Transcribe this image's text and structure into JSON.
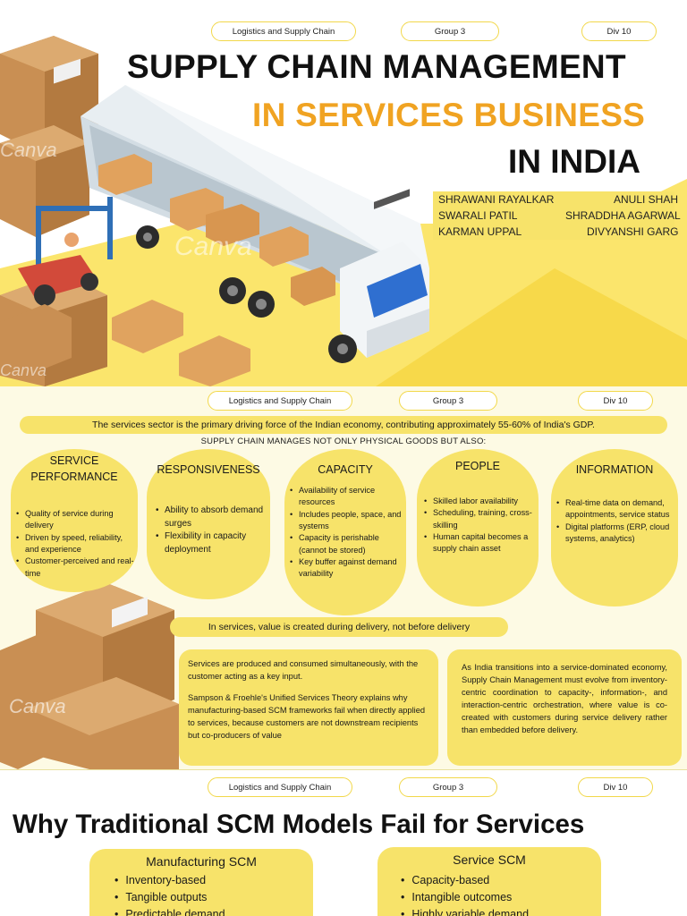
{
  "header": {
    "course": "Logistics and Supply Chain",
    "group": "Group 3",
    "division": "Div 10"
  },
  "hero": {
    "title_line1": "SUPPLY CHAIN MANAGEMENT",
    "title_line2": "IN SERVICES BUSINESS",
    "title_line3": "IN INDIA",
    "authors_left": [
      "SHRAWANI RAYALKAR",
      "SWARALI PATIL",
      "KARMAN UPPAL"
    ],
    "authors_right": [
      "ANULI SHAH",
      "SHRADDHA AGARWAL",
      "DIVYANSHI GARG"
    ],
    "watermark": "Canva",
    "colors": {
      "accent_orange": "#f0a322",
      "accent_yellow": "#f7e36a"
    }
  },
  "section2": {
    "intro": "The services sector is the primary driving force of the Indian economy, contributing approximately 55-60% of India's GDP.",
    "subheading": "SUPPLY CHAIN MANAGES NOT ONLY PHYSICAL GOODS BUT ALSO:",
    "pillars": [
      {
        "title": "SERVICE PERFORMANCE",
        "points": [
          "Quality of service during delivery",
          "Driven by speed, reliability, and experience",
          "Customer-perceived and real-time"
        ]
      },
      {
        "title": "RESPONSIVENESS",
        "points": [
          "Ability to absorb demand surges",
          "Flexibility in capacity deployment"
        ]
      },
      {
        "title": "CAPACITY",
        "points": [
          "Availability of service resources",
          "Includes people, space, and systems",
          "Capacity is perishable (cannot be stored)",
          "Key buffer against demand variability"
        ]
      },
      {
        "title": "PEOPLE",
        "points": [
          "Skilled labor availability",
          "Scheduling, training, cross-skilling",
          "Human capital becomes a supply chain asset"
        ]
      },
      {
        "title": "INFORMATION",
        "points": [
          "Real-time data on demand, appointments, service status",
          "Digital platforms (ERP, cloud systems, analytics)"
        ]
      }
    ],
    "value_statement": "In services, value is created during delivery, not before delivery",
    "theory_p1": "Services are produced and consumed simultaneously, with the customer acting as a key input.",
    "theory_p2": "Sampson & Froehle's Unified Services Theory explains why manufacturing-based SCM frameworks fail when directly applied to services, because customers are not downstream recipients but co-producers of value",
    "transition": "As India transitions into a service-dominated economy, Supply Chain Management must evolve from inventory-centric coordination to capacity-, information-, and interaction-centric orchestration, where value is co-created with customers during service delivery rather than embedded before delivery."
  },
  "section3": {
    "title": "Why Traditional SCM Models Fail for Services",
    "manufacturing": {
      "heading": "Manufacturing SCM",
      "points": [
        "Inventory-based",
        "Tangible outputs",
        "Predictable demand"
      ]
    },
    "service": {
      "heading": "Service SCM",
      "points": [
        "Capacity-based",
        "Intangible outcomes",
        "Highly variable demand"
      ]
    }
  }
}
